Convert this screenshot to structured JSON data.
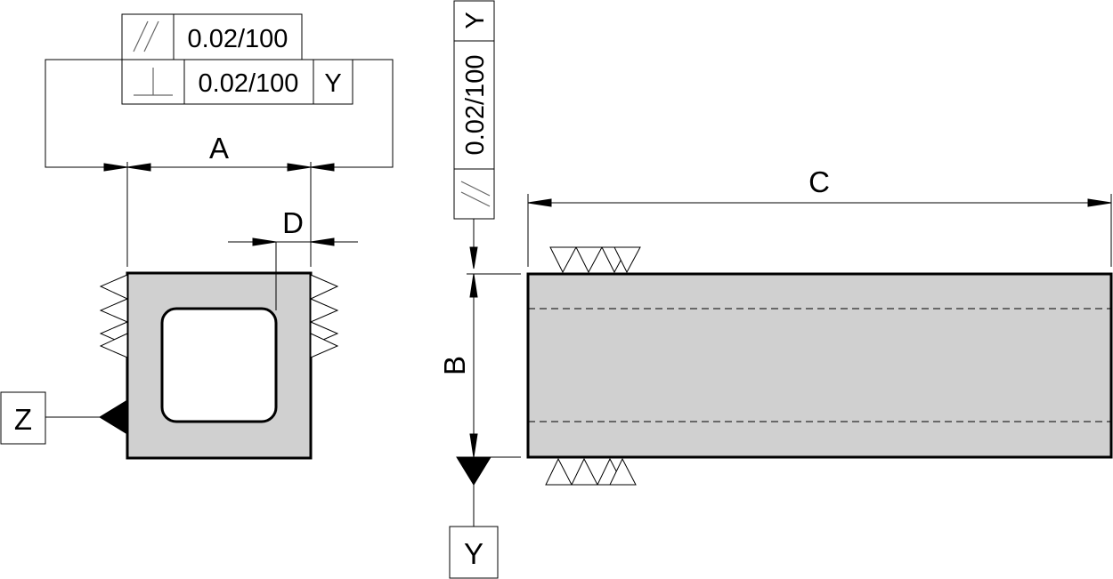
{
  "dimensions": {
    "a": "A",
    "b": "B",
    "c": "C",
    "d": "D"
  },
  "datums": {
    "z": "Z",
    "y": "Y"
  },
  "tolerances": {
    "parallelism_top": "0.02/100",
    "perpendicularity": "0.02/100",
    "perpendicularity_datum": "Y",
    "parallelism_vertical": "0.02/100",
    "parallelism_vertical_datum": "Y"
  }
}
